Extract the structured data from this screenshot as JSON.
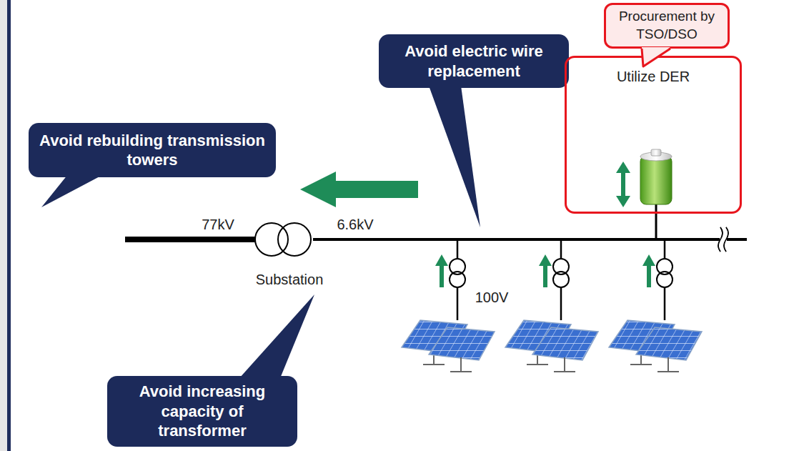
{
  "diagram": {
    "nodes": [
      {
        "text": [
          "Procurement by TSO/DSO"
        ]
      },
      {
        "text": [
          "Avoid electric wire replacement"
        ]
      },
      {
        "text": [
          "Utilize DER"
        ]
      },
      {
        "text": [
          "Avoid rebuilding transmission towers"
        ]
      },
      {
        "text": [
          "Avoid increasing capacity of transformer"
        ]
      }
    ],
    "labels": [
      "77kV",
      "6.6kV",
      "Substation",
      "100V"
    ]
  }
}
